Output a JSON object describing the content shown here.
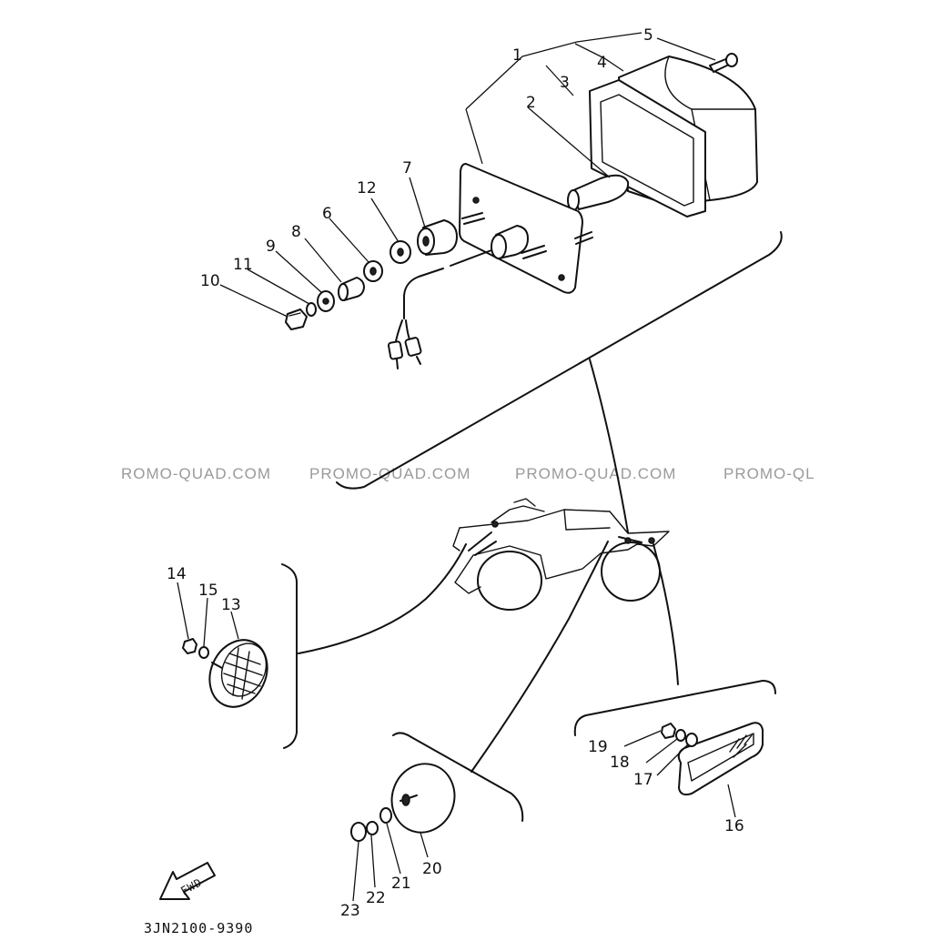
{
  "diagram": {
    "code": "3JN2100-9390",
    "fwd_label": "FWD",
    "watermark": [
      "ROMO-QUAD.COM",
      "PROMO-QUAD.COM",
      "PROMO-QUAD.COM",
      "PROMO-QL"
    ],
    "callouts": [
      "1",
      "2",
      "3",
      "4",
      "5",
      "6",
      "7",
      "8",
      "9",
      "10",
      "11",
      "12",
      "13",
      "14",
      "15",
      "16",
      "17",
      "18",
      "19",
      "20",
      "21",
      "22",
      "23"
    ]
  }
}
